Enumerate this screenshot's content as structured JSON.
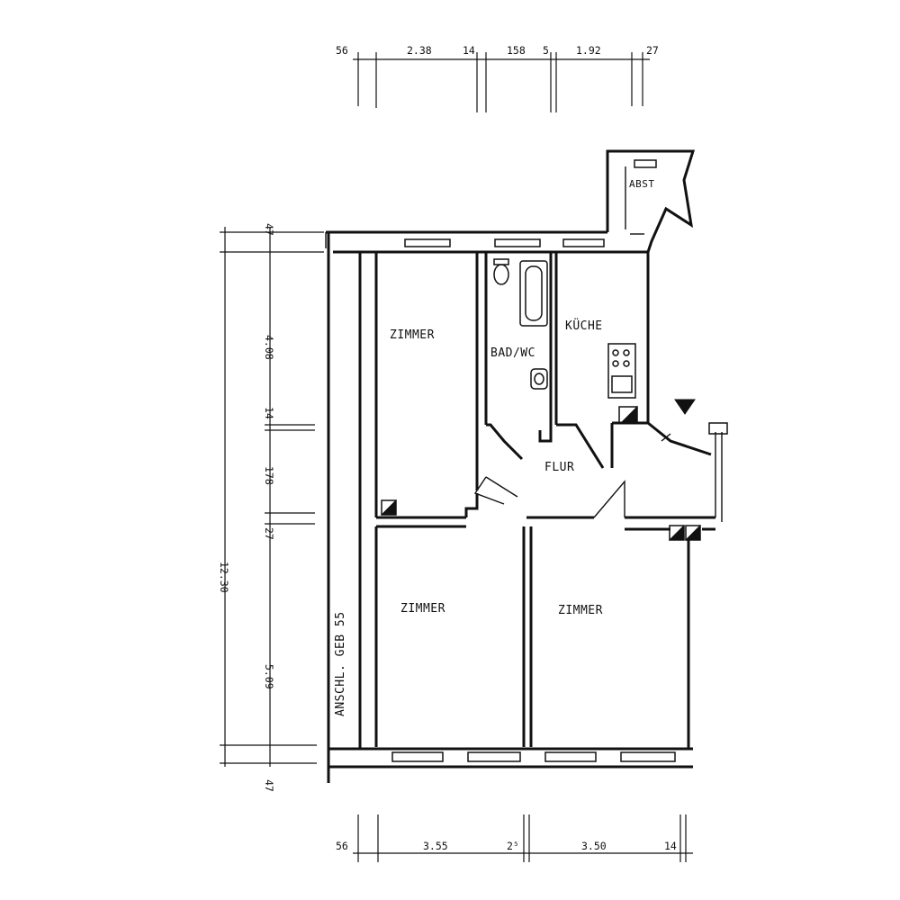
{
  "rooms": {
    "zimmer_top": "ZIMMER",
    "bad_wc": "BAD/WC",
    "kueche": "KÜCHE",
    "flur": "FLUR",
    "zimmer_left": "ZIMMER",
    "zimmer_right": "ZIMMER",
    "abst": "ABST"
  },
  "side_note": "ANSCHL. GEB 55",
  "dimensions": {
    "top": [
      "56",
      "2.38",
      "14",
      "158",
      "5",
      "1.92",
      "27"
    ],
    "bottom": [
      "56",
      "3.55",
      "2⁵",
      "3.50",
      "14"
    ],
    "left_chain": [
      "47",
      "4.08",
      "14",
      "178",
      "27",
      "5.09",
      "47"
    ],
    "left_total": "12.30"
  }
}
